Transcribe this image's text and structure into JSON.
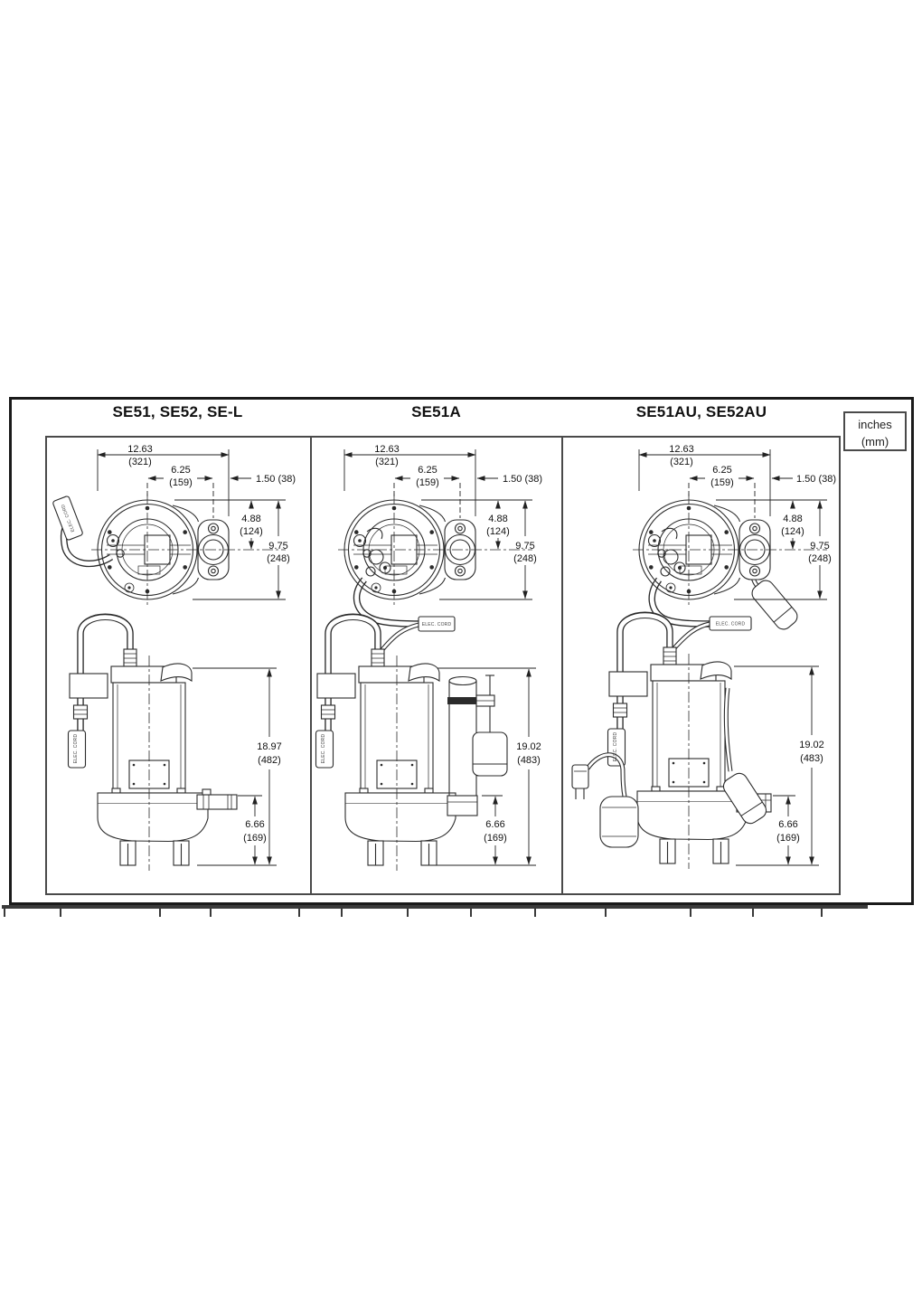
{
  "unit_box": {
    "line1": "inches",
    "line2": "(mm)"
  },
  "panels": [
    {
      "title": "SE51, SE52, SE-L",
      "tag": "ELEC. CORD",
      "top": {
        "w": "12.63",
        "w_mm": "(321)",
        "bc": "6.25",
        "bc_mm": "(159)",
        "off": "1.50 (38)",
        "ch": "4.88",
        "ch_mm": "(124)",
        "od": "9.75",
        "od_mm": "(248)"
      },
      "side": {
        "h": "18.97",
        "h_mm": "(482)",
        "dh": "6.66",
        "dh_mm": "(169)"
      }
    },
    {
      "title": "SE51A",
      "tag": "ELEC. CORD",
      "top": {
        "w": "12.63",
        "w_mm": "(321)",
        "bc": "6.25",
        "bc_mm": "(159)",
        "off": "1.50 (38)",
        "ch": "4.88",
        "ch_mm": "(124)",
        "od": "9.75",
        "od_mm": "(248)"
      },
      "side": {
        "h": "19.02",
        "h_mm": "(483)",
        "dh": "6.66",
        "dh_mm": "(169)"
      }
    },
    {
      "title": "SE51AU, SE52AU",
      "tag": "ELEC. CORD",
      "top": {
        "w": "12.63",
        "w_mm": "(321)",
        "bc": "6.25",
        "bc_mm": "(159)",
        "off": "1.50 (38)",
        "ch": "4.88",
        "ch_mm": "(124)",
        "od": "9.75",
        "od_mm": "(248)"
      },
      "side": {
        "h": "19.02",
        "h_mm": "(483)",
        "dh": "6.66",
        "dh_mm": "(169)"
      }
    }
  ]
}
